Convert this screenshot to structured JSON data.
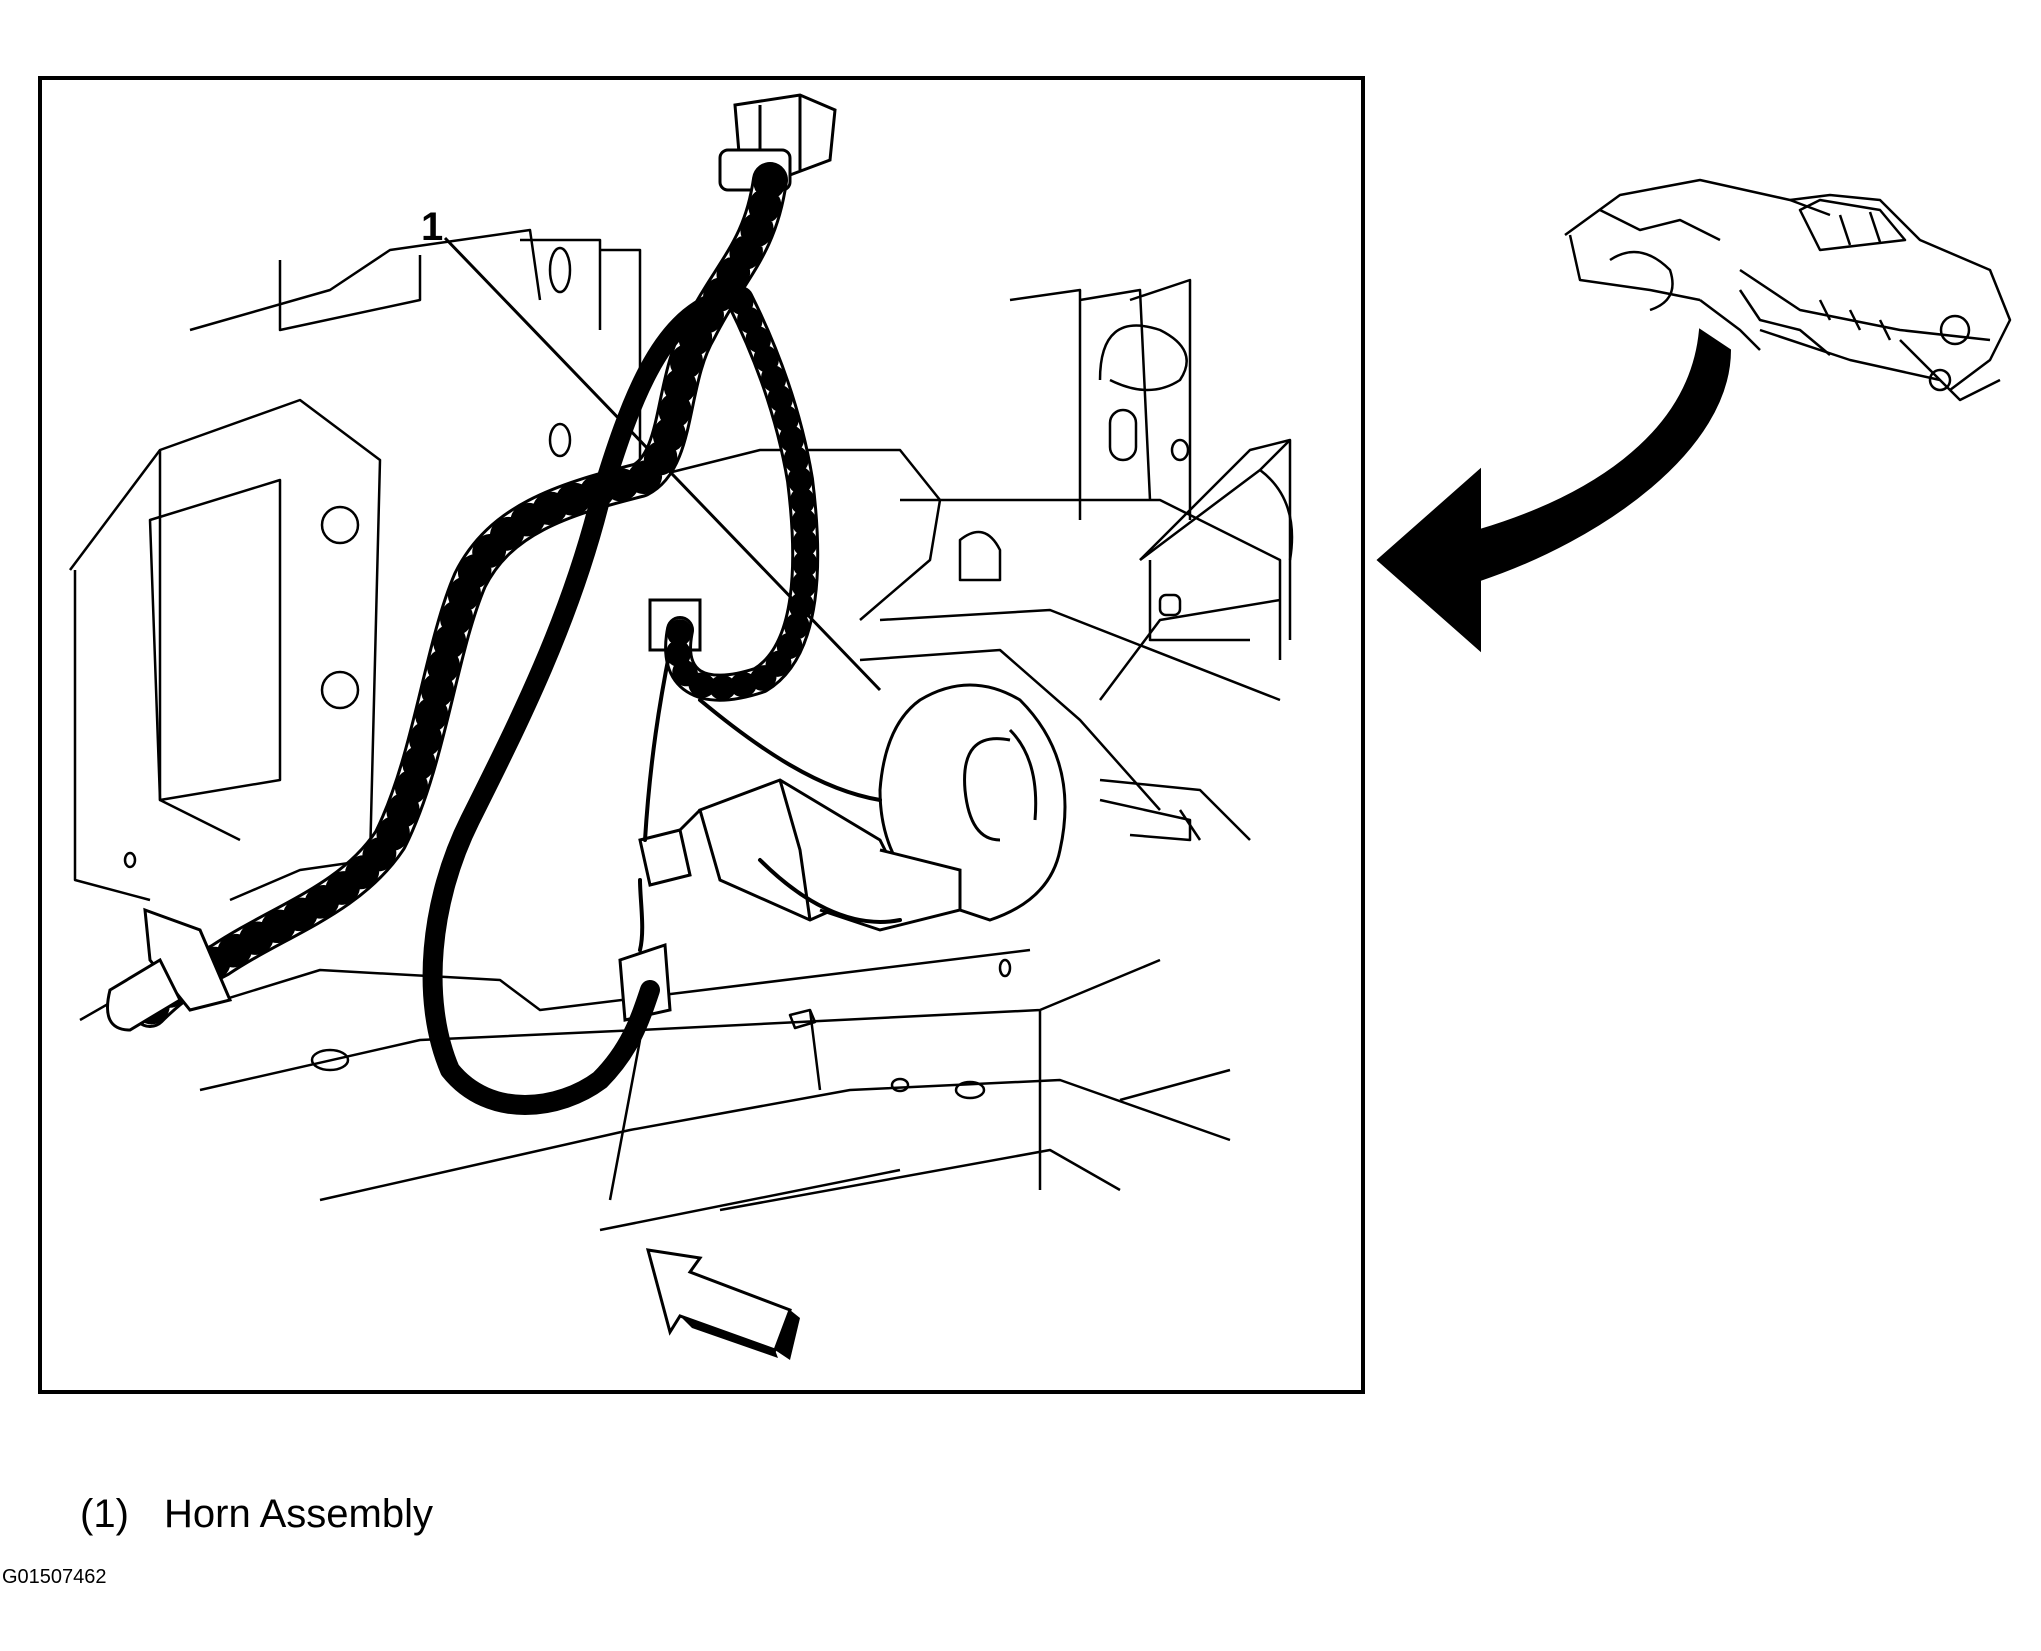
{
  "callout": {
    "number": "1"
  },
  "legend": {
    "items": [
      {
        "number": "(1)",
        "label": "Horn Assembly"
      }
    ]
  },
  "figure_id": "G01507462"
}
